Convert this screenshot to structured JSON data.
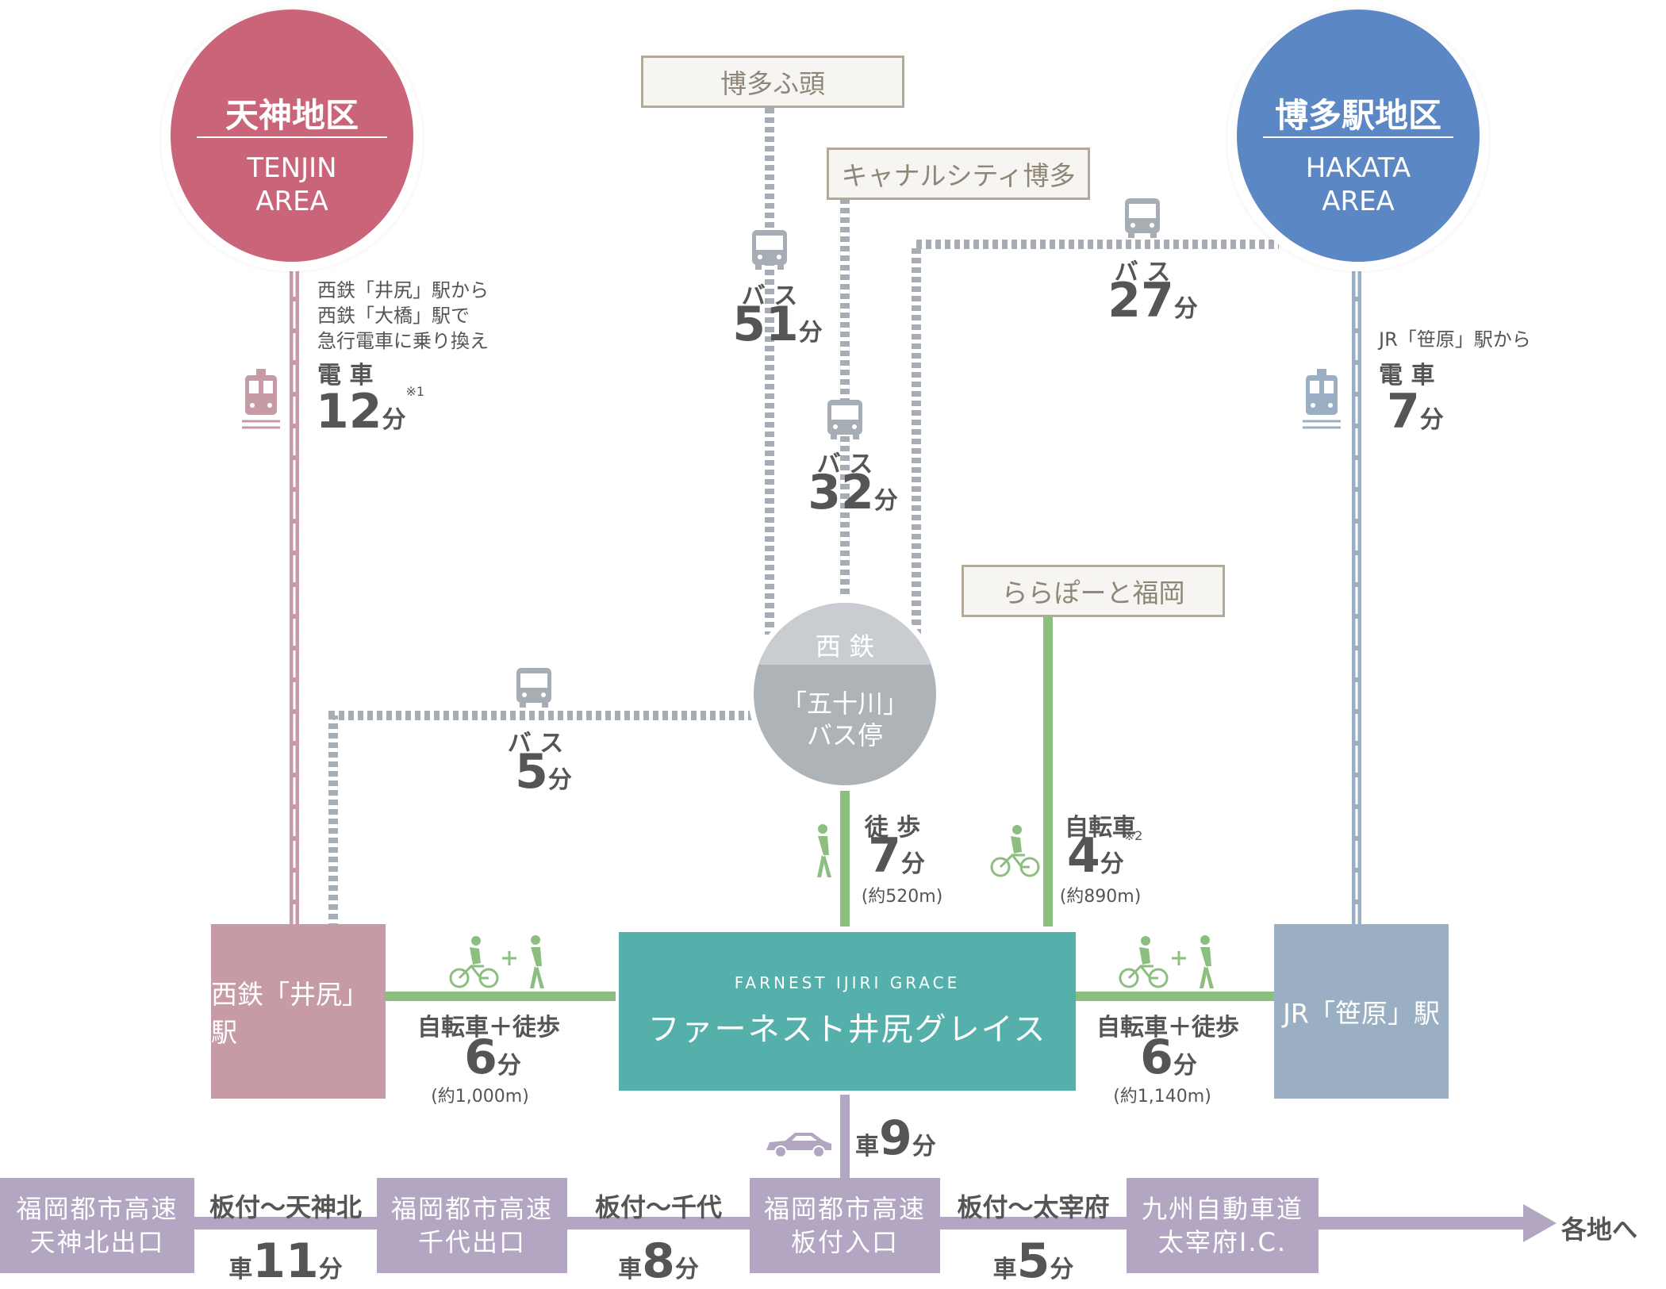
{
  "areas": {
    "tenjin": {
      "name": "天神地区",
      "en": "TENJIN",
      "en2": "AREA",
      "color": "#ca6478"
    },
    "hakata": {
      "name": "博多駅地区",
      "en": "HAKATA",
      "en2": "AREA",
      "color": "#5b87c4"
    }
  },
  "destinations": {
    "futo": "博多ふ頭",
    "canal": "キャナルシティ博多",
    "lalaport": "ららぽーと福岡"
  },
  "busstop": {
    "top": "西 鉄",
    "name1": "「五十川」",
    "name2": "バス停"
  },
  "property": {
    "en": "FARNEST IJIRI GRACE",
    "jp": "ファーネスト井尻グレイス",
    "color": "#55b0ac"
  },
  "stations": {
    "nishitetsu": {
      "name": "西鉄「井尻」駅",
      "color": "#c69ba6"
    },
    "jr": {
      "name": "JR「笹原」駅",
      "color": "#9aafc4"
    }
  },
  "routes": {
    "tenjin_train": {
      "note1": "西鉄「井尻」駅から",
      "note2": "西鉄「大橋」駅で",
      "note3": "急行電車に乗り換え",
      "mode": "電 車",
      "time": "12",
      "unit": "分",
      "mark": "※1"
    },
    "hakata_train": {
      "note1": "JR「笹原」駅から",
      "mode": "電 車",
      "time": "7",
      "unit": "分"
    },
    "bus_futo": {
      "mode": "バ ス",
      "time": "51",
      "unit": "分"
    },
    "bus_canal": {
      "mode": "バ ス",
      "time": "32",
      "unit": "分"
    },
    "bus_hakata": {
      "mode": "バ ス",
      "time": "27",
      "unit": "分"
    },
    "bus_ijiri": {
      "mode": "バ ス",
      "time": "5",
      "unit": "分"
    },
    "walk_busstop": {
      "mode": "徒 歩",
      "time": "7",
      "unit": "分",
      "dist": "(約520m)"
    },
    "bike_lalaport": {
      "mode": "自転車",
      "time": "4",
      "unit": "分",
      "mark": "※2",
      "dist": "(約890m)"
    },
    "bikewalk_nishi": {
      "mode": "自転車＋徒歩",
      "time": "6",
      "unit": "分",
      "dist": "(約1,000m)"
    },
    "bikewalk_jr": {
      "mode": "自転車＋徒歩",
      "time": "6",
      "unit": "分",
      "dist": "(約1,140m)"
    },
    "car_itazuke": {
      "mode": "車",
      "time": "9",
      "unit": "分"
    }
  },
  "highway": {
    "exits": [
      {
        "l1": "福岡都市高速",
        "l2": "天神北出口"
      },
      {
        "l1": "福岡都市高速",
        "l2": "千代出口"
      },
      {
        "l1": "福岡都市高速",
        "l2": "板付入口"
      },
      {
        "l1": "九州自動車道",
        "l2": "太宰府I.C."
      }
    ],
    "segments": [
      {
        "name": "板付～天神北",
        "mode": "車",
        "time": "11",
        "unit": "分"
      },
      {
        "name": "板付～千代",
        "mode": "車",
        "time": "8",
        "unit": "分"
      },
      {
        "name": "板付～太宰府",
        "mode": "車",
        "time": "5",
        "unit": "分"
      }
    ],
    "arrow_label": "各地へ"
  },
  "colors": {
    "text": "#555555",
    "bus_line": "#a6adb4",
    "green_line": "#8cbf7f",
    "highway_line": "#b3a6c2",
    "busstop_top": "#c9cdd1",
    "busstop_bottom": "#aeb3b8"
  },
  "icons": [
    "train-icon",
    "bus-icon",
    "walker-icon",
    "bicycle-icon",
    "car-icon",
    "arrow-icon"
  ]
}
